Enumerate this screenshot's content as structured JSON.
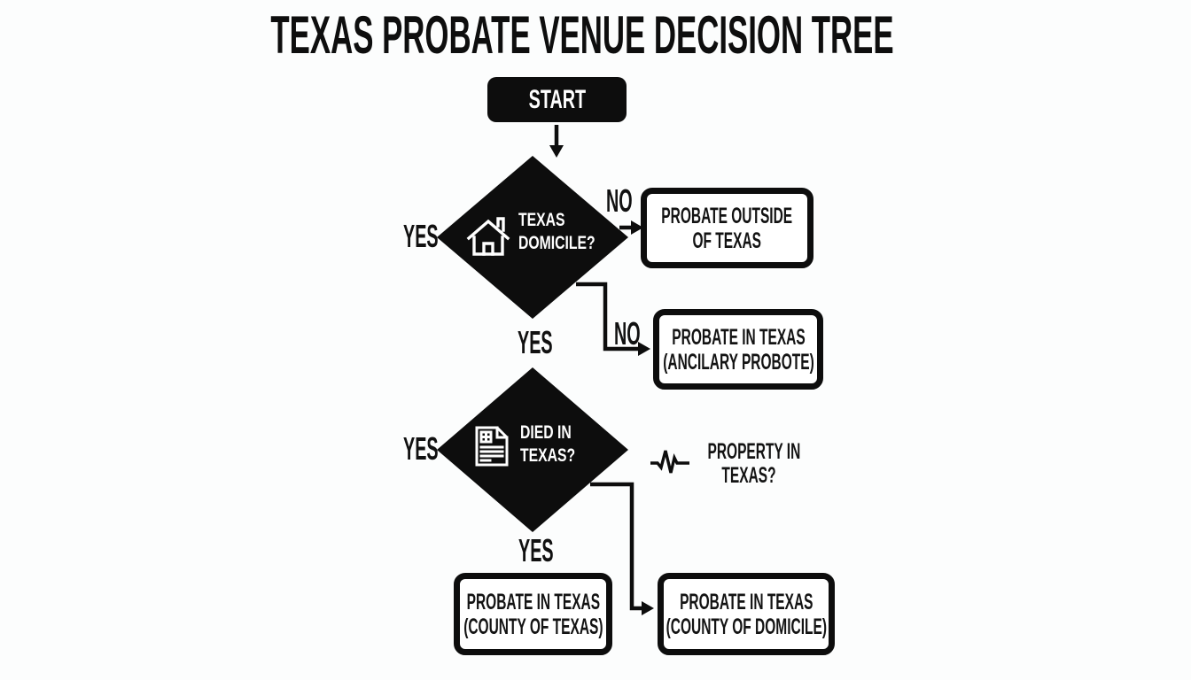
{
  "title": "TEXAS PROBATE VENUE DECISION TREE",
  "colors": {
    "ink": "#0d0d0d",
    "background": "#fcfdfd",
    "box_fill": "#ffffff",
    "text_on_dark": "#ffffff"
  },
  "flowchart": {
    "start": {
      "label": "START"
    },
    "decision_domicile": {
      "line1": "TEXAS",
      "line2": "DOMICILE?",
      "icon": "house-icon"
    },
    "decision_died": {
      "line1": "DIED IN",
      "line2": "TEXAS?",
      "icon": "document-icon"
    },
    "question_property": {
      "line1": "PROPERTY IN",
      "line2": "TEXAS?",
      "icon": "pulse-icon"
    },
    "outcome_outside": {
      "line1": "PROBATE OUTSIDE",
      "line2": "OF TEXAS"
    },
    "outcome_ancillary": {
      "line1": "PROBATE IN TEXAS",
      "line2": "(ANCILARY PROBOTE)"
    },
    "outcome_county_texas": {
      "line1": "PROBATE IN TEXAS",
      "line2": "(COUNTY OF TEXAS)"
    },
    "outcome_county_domicile": {
      "line1": "PROBATE IN TEXAS",
      "line2": "(COUNTY OF DOMICILE)"
    },
    "labels": {
      "domicile_yes_left": "YES",
      "domicile_no_right": "NO",
      "domicile_yes_down": "YES",
      "domicile_no_elbow": "NO",
      "died_yes_left": "YES",
      "died_yes_down": "YES"
    }
  }
}
